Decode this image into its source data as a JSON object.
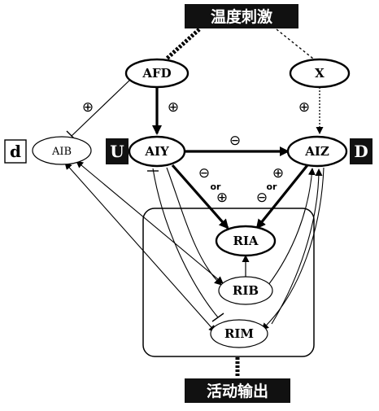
{
  "banner_top": "温度刺激",
  "banner_bottom": "活动输出",
  "nodes": {
    "afd": "AFD",
    "x": "X",
    "aib": "AIB",
    "aiy": "AIY",
    "aiz": "AIZ",
    "ria": "RIA",
    "rib": "RIB",
    "rim": "RIM"
  },
  "tags": {
    "d_lower": "d",
    "u": "U",
    "d_upper": "D"
  },
  "signs": {
    "plus": "⊕",
    "minus": "⊖",
    "or": "or"
  }
}
